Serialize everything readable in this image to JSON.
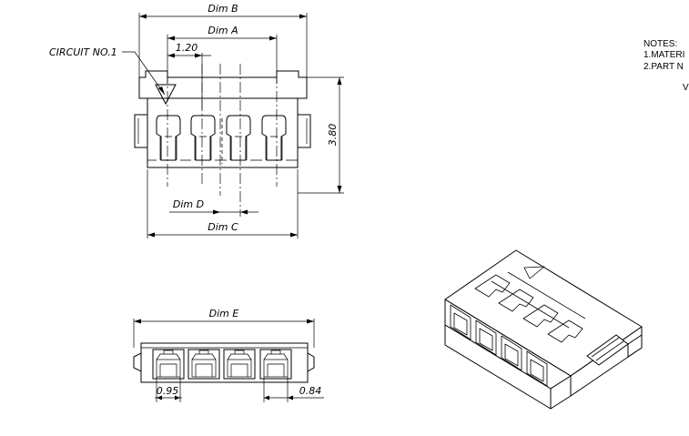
{
  "dimensions": {
    "dim_b": "Dim B",
    "dim_a": "Dim A",
    "pitch": "1.20",
    "circuit_label": "CIRCUIT NO.1",
    "height": "3.80",
    "dim_d": "Dim D",
    "dim_c": "Dim C",
    "dim_e": "Dim E",
    "left_offset": "0.95",
    "right_offset": "0.84"
  },
  "notes": {
    "title": "NOTES:",
    "line1": "1.MATERI",
    "line2": "2.PART N",
    "line3": "V"
  }
}
